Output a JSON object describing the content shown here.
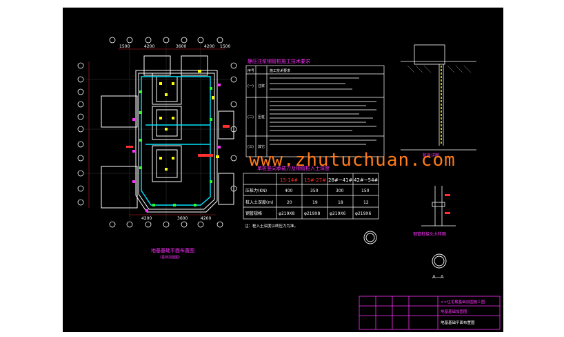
{
  "plan": {
    "top_dims": [
      "1500",
      "4200",
      "3600",
      "4200",
      "1500"
    ],
    "bottom_dims": [
      "4200",
      "3600",
      "4200"
    ],
    "title_cn": "地基基础平面布置图",
    "subtitle_cn": "（基础加固图）"
  },
  "spec_table": {
    "title": "静压注浆钢管桩施工技术要求",
    "header": [
      "序号",
      "施工技术要求"
    ],
    "rows": [
      {
        "no": "(一)",
        "label": "注浆"
      },
      {
        "no": "(二)",
        "label": "压桩"
      },
      {
        "no": "(三)",
        "label": "其它"
      }
    ]
  },
  "pile_table": {
    "title": "单桩竖向承载力及钢管桩入土深度",
    "columns": [
      "15-14#",
      "15#-27#",
      "28#~41#",
      "42#~54#"
    ],
    "rows": [
      {
        "label": "压桩力(KN)",
        "values": [
          "400",
          "350",
          "300",
          "150"
        ]
      },
      {
        "label": "桩入土深度(m)",
        "values": [
          "20",
          "19",
          "18",
          "12"
        ]
      },
      {
        "label": "钢管规格",
        "values": [
          "φ219X8",
          "φ219X8",
          "φ219X6",
          "φ219X6"
        ]
      }
    ],
    "note": "注：桩入土深度以终压力为准。"
  },
  "details": {
    "pile_elevation": "桩身详图",
    "pile_section": "钢管桩接头大样图",
    "section_mark": "A—A"
  },
  "title_block": {
    "line1": "××住宅楼基础加固施工图",
    "line2": "地基基础加固图",
    "line3": "地基基础平面布置图"
  },
  "watermark": "www.zhutuchuan.com"
}
